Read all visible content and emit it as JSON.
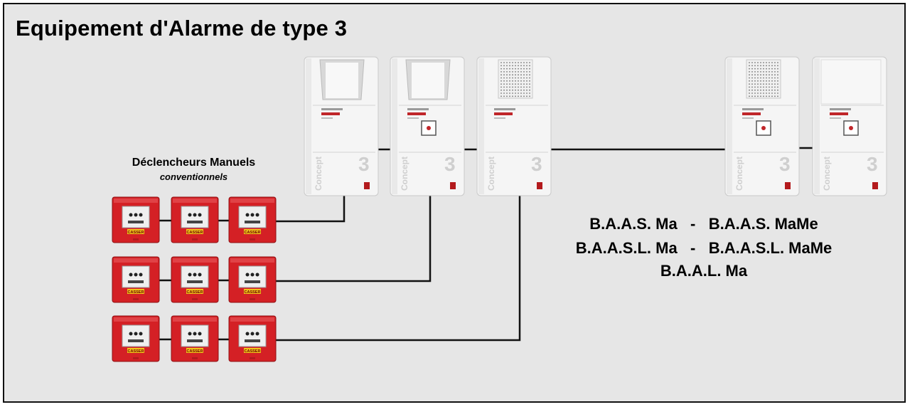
{
  "title": "Equipement d'Alarme de type 3",
  "manual_triggers": {
    "heading": "Déclencheurs Manuels",
    "subheading": "conventionnels",
    "rows": 3,
    "per_row": 3,
    "label": "CASSER",
    "color": "#d42025"
  },
  "alarm_units": [
    {
      "type": "flash",
      "has_trigger": false,
      "brand_number": "3",
      "brand_name": "Concept"
    },
    {
      "type": "flash",
      "has_trigger": true,
      "brand_number": "3",
      "brand_name": "Concept"
    },
    {
      "type": "speaker",
      "has_trigger": false,
      "brand_number": "3",
      "brand_name": "Concept"
    },
    {
      "type": "speaker",
      "has_trigger": true,
      "brand_number": "3",
      "brand_name": "Concept"
    },
    {
      "type": "plain",
      "has_trigger": true,
      "brand_number": "3",
      "brand_name": "Concept"
    }
  ],
  "device_types": [
    "B.A.A.S. Ma   -   B.A.A.S. MaMe",
    "B.A.A.S.L. Ma   -   B.A.A.S.L. MaMe",
    "B.A.A.L. Ma"
  ],
  "colors": {
    "background": "#e6e6e6",
    "wire": "#111111",
    "unit_body": "#f5f5f5",
    "trigger_red": "#d42025"
  }
}
